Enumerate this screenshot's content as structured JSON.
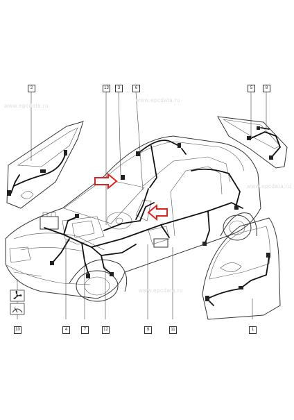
{
  "watermark": {
    "text": "www.epcdata.ru",
    "positions": [
      "top-left",
      "top-center",
      "middle-right",
      "bottom-center"
    ]
  },
  "callouts": [
    {
      "id": "c2",
      "label": "2"
    },
    {
      "id": "c13",
      "label": "13"
    },
    {
      "id": "c3",
      "label": "3"
    },
    {
      "id": "c6",
      "label": "6"
    },
    {
      "id": "c5",
      "label": "5"
    },
    {
      "id": "c8",
      "label": "8"
    },
    {
      "id": "c10",
      "label": "10"
    },
    {
      "id": "c4",
      "label": "4"
    },
    {
      "id": "c7",
      "label": "7"
    },
    {
      "id": "c12",
      "label": "12"
    },
    {
      "id": "c9",
      "label": "9"
    },
    {
      "id": "c11",
      "label": "11"
    },
    {
      "id": "c1",
      "label": "1"
    }
  ],
  "arrows": {
    "color": "#e02020",
    "items": [
      {
        "id": "arrow-upper",
        "direction": "right"
      },
      {
        "id": "arrow-lower",
        "direction": "left"
      }
    ]
  },
  "icons": [
    "fan-icon",
    "wiper-icon"
  ]
}
